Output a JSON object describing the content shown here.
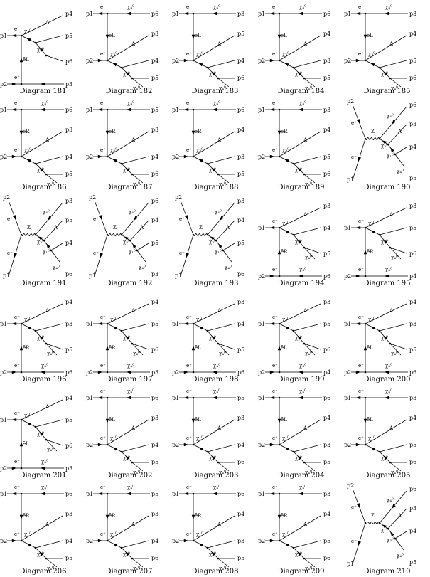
{
  "diagrams": [
    {
      "caption": "Diagram 181",
      "type": "t-upper",
      "labels": {
        "p_tl": "p1",
        "p_bl": "p2",
        "e_top": "e⁻",
        "e_bot": "e⁺",
        "prop": "ẽL",
        "chi_a": "χ₂⁰",
        "chi_b": "χ₄⁰",
        "boson": "A",
        "out1": "p4",
        "out2": "p5",
        "out3": "p6",
        "out_bot": "p3"
      }
    },
    {
      "caption": "Diagram 182",
      "type": "t-lower",
      "labels": {
        "p_tl": "p1",
        "p_bl": "p2",
        "e_top": "e⁻",
        "e_bot": "e⁺",
        "prop": "ẽL",
        "chi_top": "χ₄⁰",
        "chi_a": "χ₃⁰",
        "chi_b": "χ₁⁰",
        "chi_c": "χ₄⁰",
        "boson": "A",
        "out_top": "p6",
        "out1": "p3",
        "out2": "p4",
        "out3": "p5"
      }
    },
    {
      "caption": "Diagram 183",
      "type": "t-lower",
      "labels": {
        "p_tl": "p1",
        "p_bl": "p2",
        "e_top": "e⁻",
        "e_bot": "e⁺",
        "prop": "ẽL",
        "chi_top": "χ₄⁰",
        "chi_a": "χ₃⁰",
        "chi_b": "χ₁⁰",
        "chi_c": "χ₄⁰",
        "boson": "A",
        "out_top": "p3",
        "out1": "p5",
        "out2": "p4",
        "out3": "p6"
      }
    },
    {
      "caption": "Diagram 184",
      "type": "t-lower",
      "labels": {
        "p_tl": "p1",
        "p_bl": "p2",
        "e_top": "e⁻",
        "e_bot": "e⁺",
        "prop": "ẽL",
        "chi_top": "χ₄⁰",
        "chi_a": "χ₃⁰",
        "chi_b": "χ₁⁰",
        "chi_c": "χ₄⁰",
        "boson": "A",
        "out_top": "p6",
        "out1": "p4",
        "out2": "p3",
        "out3": "p5"
      }
    },
    {
      "caption": "Diagram 185",
      "type": "t-lower",
      "labels": {
        "p_tl": "p1",
        "p_bl": "p2",
        "e_top": "e⁻",
        "e_bot": "e⁺",
        "prop": "ẽL",
        "chi_top": "χ₄⁰",
        "chi_a": "χ₃⁰",
        "chi_b": "χ₁⁰",
        "chi_c": "χ₄⁰",
        "boson": "A",
        "out_top": "p3",
        "out1": "p4",
        "out2": "p5",
        "out3": "p6"
      }
    },
    {
      "caption": "Diagram 186",
      "type": "t-lower",
      "labels": {
        "p_tl": "p1",
        "p_bl": "p2",
        "e_top": "e⁻",
        "e_bot": "e⁺",
        "prop": "ẽR",
        "chi_top": "χ₄⁰",
        "chi_a": "χ₃⁰",
        "chi_b": "χ₁⁰",
        "chi_c": "χ₄⁰",
        "boson": "A",
        "out_top": "p6",
        "out1": "p3",
        "out2": "p4",
        "out3": "p5"
      }
    },
    {
      "caption": "Diagram 187",
      "type": "t-lower",
      "labels": {
        "p_tl": "p1",
        "p_bl": "p2",
        "e_top": "e⁻",
        "e_bot": "e⁺",
        "prop": "ẽR",
        "chi_top": "χ₄⁰",
        "chi_a": "χ₃⁰",
        "chi_b": "χ₁⁰",
        "chi_c": "χ₄⁰",
        "boson": "A",
        "out_top": "p5",
        "out1": "p3",
        "out2": "p4",
        "out3": "p6"
      }
    },
    {
      "caption": "Diagram 188",
      "type": "t-lower",
      "labels": {
        "p_tl": "p1",
        "p_bl": "p2",
        "e_top": "e⁻",
        "e_bot": "e⁺",
        "prop": "ẽR",
        "chi_top": "χ₄⁰",
        "chi_a": "χ₃⁰",
        "chi_b": "χ₁⁰",
        "chi_c": "χ₄⁰",
        "boson": "A",
        "out_top": "p6",
        "out1": "p4",
        "out2": "p3",
        "out3": "p5"
      }
    },
    {
      "caption": "Diagram 189",
      "type": "t-lower",
      "labels": {
        "p_tl": "p1",
        "p_bl": "p2",
        "e_top": "e⁻",
        "e_bot": "e⁺",
        "prop": "ẽR",
        "chi_top": "χ₄⁰",
        "chi_a": "χ₃⁰",
        "chi_b": "χ₁⁰",
        "chi_c": "χ₄⁰",
        "boson": "A",
        "out_top": "p3",
        "out1": "p4",
        "out2": "p5",
        "out3": "p6"
      }
    },
    {
      "caption": "Diagram 190",
      "type": "s-channel",
      "labels": {
        "p_tl": "p2",
        "p_bl": "p1",
        "e_top": "e⁺",
        "e_bot": "e⁻",
        "prop": "Z",
        "chi_top": "χ₄⁰",
        "chi_a": "χ₃⁰",
        "chi_b": "χ₁⁰",
        "chi_c": "χ₄⁰",
        "boson": "A",
        "out_top": "p6",
        "out1": "p3",
        "out2": "p4",
        "out3": "p5"
      }
    },
    {
      "caption": "Diagram 191",
      "type": "s-channel",
      "labels": {
        "p_tl": "p2",
        "p_bl": "p1",
        "e_top": "e⁺",
        "e_bot": "e⁻",
        "prop": "Z",
        "chi_top": "χ₄⁰",
        "chi_a": "χ₃⁰",
        "chi_b": "χ₁⁰",
        "chi_c": "χ₄⁰",
        "boson": "A",
        "out_top": "p3",
        "out1": "p5",
        "out2": "p4",
        "out3": "p6"
      }
    },
    {
      "caption": "Diagram 192",
      "type": "s-channel",
      "labels": {
        "p_tl": "p2",
        "p_bl": "p1",
        "e_top": "e⁺",
        "e_bot": "e⁻",
        "prop": "Z",
        "chi_top": "χ₄⁰",
        "chi_a": "χ₃⁰",
        "chi_b": "χ₁⁰",
        "chi_c": "χ₄⁰",
        "boson": "A",
        "out_top": "p6",
        "out1": "p4",
        "out2": "p5",
        "out3": "p3"
      }
    },
    {
      "caption": "Diagram 193",
      "type": "s-channel",
      "labels": {
        "p_tl": "p2",
        "p_bl": "p1",
        "e_top": "e⁺",
        "e_bot": "e⁻",
        "prop": "Z",
        "chi_top": "χ₄⁰",
        "chi_a": "χ₃⁰",
        "chi_b": "χ₁⁰",
        "chi_c": "χ₄⁰",
        "boson": "A",
        "out_top": "p3",
        "out1": "p4",
        "out2": "p5",
        "out3": "p6"
      }
    },
    {
      "caption": "Diagram 194",
      "type": "t-upper",
      "labels": {
        "p_tl": "p1",
        "p_bl": "p2",
        "e_top": "e⁻",
        "e_bot": "e⁺",
        "prop": "ẽR",
        "chi_a": "χ₃⁰",
        "chi_b": "χ₁⁰",
        "chi_c": "χ₄⁰",
        "chi_bot": "χ₄⁰",
        "boson": "A",
        "out1": "p3",
        "out2": "p4",
        "out3": "p5",
        "out_bot": "p6"
      }
    },
    {
      "caption": "Diagram 195",
      "type": "t-upper",
      "labels": {
        "p_tl": "p1",
        "p_bl": "p2",
        "e_top": "e⁻",
        "e_bot": "e⁺",
        "prop": "ẽR",
        "chi_a": "χ₃⁰",
        "chi_b": "χ₁⁰",
        "chi_c": "χ₄⁰",
        "chi_bot": "χ₄⁰",
        "boson": "A",
        "out1": "p3",
        "out2": "p5",
        "out3": "p6",
        "out_bot": "p4"
      }
    },
    {
      "caption": "Diagram 196",
      "type": "t-upper",
      "labels": {
        "p_tl": "p1",
        "p_bl": "p2",
        "e_top": "e⁻",
        "e_bot": "e⁺",
        "prop": "ẽR",
        "chi_a": "χ₃⁰",
        "chi_b": "χ₁⁰",
        "chi_c": "χ₄⁰",
        "chi_bot": "χ₄⁰",
        "boson": "A",
        "out1": "p4",
        "out2": "p3",
        "out3": "p5",
        "out_bot": "p6"
      }
    },
    {
      "caption": "Diagram 197",
      "type": "t-upper",
      "labels": {
        "p_tl": "p1",
        "p_bl": "p2",
        "e_top": "e⁻",
        "e_bot": "e⁺",
        "prop": "ẽR",
        "chi_a": "χ₃⁰",
        "chi_b": "χ₁⁰",
        "chi_c": "χ₄⁰",
        "chi_bot": "χ₄⁰",
        "boson": "A",
        "out1": "p4",
        "out2": "p5",
        "out3": "p6",
        "out_bot": "p3"
      }
    },
    {
      "caption": "Diagram 198",
      "type": "t-upper",
      "labels": {
        "p_tl": "p1",
        "p_bl": "p2",
        "e_top": "e⁻",
        "e_bot": "e⁺",
        "prop": "ẽL",
        "chi_a": "χ₃⁰",
        "chi_b": "χ₁⁰",
        "chi_c": "χ₄⁰",
        "chi_bot": "χ₄⁰",
        "boson": "A",
        "out1": "p3",
        "out2": "p4",
        "out3": "p5",
        "out_bot": "p6"
      }
    },
    {
      "caption": "Diagram 199",
      "type": "t-upper",
      "labels": {
        "p_tl": "p1",
        "p_bl": "p2",
        "e_top": "e⁻",
        "e_bot": "e⁺",
        "prop": "ẽL",
        "chi_a": "χ₃⁰",
        "chi_b": "χ₁⁰",
        "chi_c": "χ₄⁰",
        "chi_bot": "χ₄⁰",
        "boson": "A",
        "out1": "p3",
        "out2": "p5",
        "out3": "p6",
        "out_bot": "p4"
      }
    },
    {
      "caption": "Diagram 200",
      "type": "t-upper",
      "labels": {
        "p_tl": "p1",
        "p_bl": "p2",
        "e_top": "e⁻",
        "e_bot": "e⁺",
        "prop": "ẽL",
        "chi_a": "χ₃⁰",
        "chi_b": "χ₁⁰",
        "chi_c": "χ₄⁰",
        "chi_bot": "χ₄⁰",
        "boson": "A",
        "out1": "p4",
        "out2": "p3",
        "out3": "p5",
        "out_bot": "p6"
      }
    },
    {
      "caption": "Diagram 201",
      "type": "t-upper",
      "labels": {
        "p_tl": "p1",
        "p_bl": "p2",
        "e_top": "e⁻",
        "e_bot": "e⁺",
        "prop": "ẽL",
        "chi_a": "χ₃⁰",
        "chi_b": "χ₁⁰",
        "chi_c": "χ₄⁰",
        "chi_bot": "χ₄⁰",
        "boson": "A",
        "out1": "p4",
        "out2": "p5",
        "out3": "p6",
        "out_bot": "p3"
      }
    },
    {
      "caption": "Diagram 202",
      "type": "t-lower",
      "labels": {
        "p_tl": "p1",
        "p_bl": "p2",
        "e_top": "e⁻",
        "e_bot": "e⁺",
        "prop": "ẽL",
        "chi_top": "χ₄⁰",
        "chi_a": "χ₁⁰",
        "chi_b": "χ₃⁰",
        "chi_c": "χ₄⁰",
        "boson": "A",
        "out_top": "p6",
        "out1": "p3",
        "out2": "p4",
        "out3": "p5"
      }
    },
    {
      "caption": "Diagram 203",
      "type": "t-lower",
      "labels": {
        "p_tl": "p1",
        "p_bl": "p2",
        "e_top": "e⁻",
        "e_bot": "e⁺",
        "prop": "ẽL",
        "chi_top": "χ₄⁰",
        "chi_a": "χ₁⁰",
        "chi_b": "χ₃⁰",
        "chi_c": "χ₄⁰",
        "boson": "A",
        "out_top": "p5",
        "out1": "p3",
        "out2": "p4",
        "out3": "p6"
      }
    },
    {
      "caption": "Diagram 204",
      "type": "t-lower",
      "labels": {
        "p_tl": "p1",
        "p_bl": "p2",
        "e_top": "e⁻",
        "e_bot": "e⁺",
        "prop": "ẽL",
        "chi_top": "χ₄⁰",
        "chi_a": "χ₁⁰",
        "chi_b": "χ₃⁰",
        "chi_c": "χ₄⁰",
        "boson": "A",
        "out_top": "p6",
        "out1": "p4",
        "out2": "p3",
        "out3": "p5"
      }
    },
    {
      "caption": "Diagram 205",
      "type": "t-lower",
      "labels": {
        "p_tl": "p1",
        "p_bl": "p2",
        "e_top": "e⁻",
        "e_bot": "e⁺",
        "prop": "ẽL",
        "chi_top": "χ₄⁰",
        "chi_a": "χ₁⁰",
        "chi_b": "χ₃⁰",
        "chi_c": "χ₄⁰",
        "boson": "A",
        "out_top": "p3",
        "out1": "p4",
        "out2": "p5",
        "out3": "p6"
      }
    },
    {
      "caption": "Diagram 206",
      "type": "t-lower",
      "labels": {
        "p_tl": "p1",
        "p_bl": "p2",
        "e_top": "e⁻",
        "e_bot": "e⁺",
        "prop": "ẽR",
        "chi_top": "χ₄⁰",
        "chi_a": "χ₁⁰",
        "chi_b": "χ₃⁰",
        "chi_c": "χ₄⁰",
        "boson": "A",
        "out_top": "p6",
        "out1": "p3",
        "out2": "p4",
        "out3": "p5"
      }
    },
    {
      "caption": "Diagram 207",
      "type": "t-lower",
      "labels": {
        "p_tl": "p1",
        "p_bl": "p2",
        "e_top": "e⁻",
        "e_bot": "e⁺",
        "prop": "ẽR",
        "chi_top": "χ₄⁰",
        "chi_a": "χ₁⁰",
        "chi_b": "χ₃⁰",
        "chi_c": "χ₄⁰",
        "boson": "A",
        "out_top": "p5",
        "out1": "p3",
        "out2": "p4",
        "out3": "p6"
      }
    },
    {
      "caption": "Diagram 208",
      "type": "t-lower",
      "labels": {
        "p_tl": "p1",
        "p_bl": "p2",
        "e_top": "e⁻",
        "e_bot": "e⁺",
        "prop": "ẽR",
        "chi_top": "χ₄⁰",
        "chi_a": "χ₁⁰",
        "chi_b": "χ₃⁰",
        "chi_c": "χ₄⁰",
        "boson": "A",
        "out_top": "p6",
        "out1": "p4",
        "out2": "p3",
        "out3": "p5"
      }
    },
    {
      "caption": "Diagram 209",
      "type": "t-lower",
      "labels": {
        "p_tl": "p1",
        "p_bl": "p2",
        "e_top": "e⁻",
        "e_bot": "e⁺",
        "prop": "ẽR",
        "chi_top": "χ₄⁰",
        "chi_a": "χ₁⁰",
        "chi_b": "χ₃⁰",
        "chi_c": "χ₄⁰",
        "boson": "A",
        "out_top": "p3",
        "out1": "p4",
        "out2": "p5",
        "out3": "p6"
      }
    },
    {
      "caption": "Diagram 210",
      "type": "s-channel",
      "labels": {
        "p_tl": "p2",
        "p_bl": "p1",
        "e_top": "e⁺",
        "e_bot": "e⁻",
        "prop": "Z",
        "chi_top": "χ₄⁰",
        "chi_a": "χ₁⁰",
        "chi_b": "χ₃⁰",
        "chi_c": "χ₄⁰",
        "boson": "A",
        "out_top": "p6",
        "out1": "p3",
        "out2": "p4",
        "out3": "p5"
      }
    }
  ]
}
